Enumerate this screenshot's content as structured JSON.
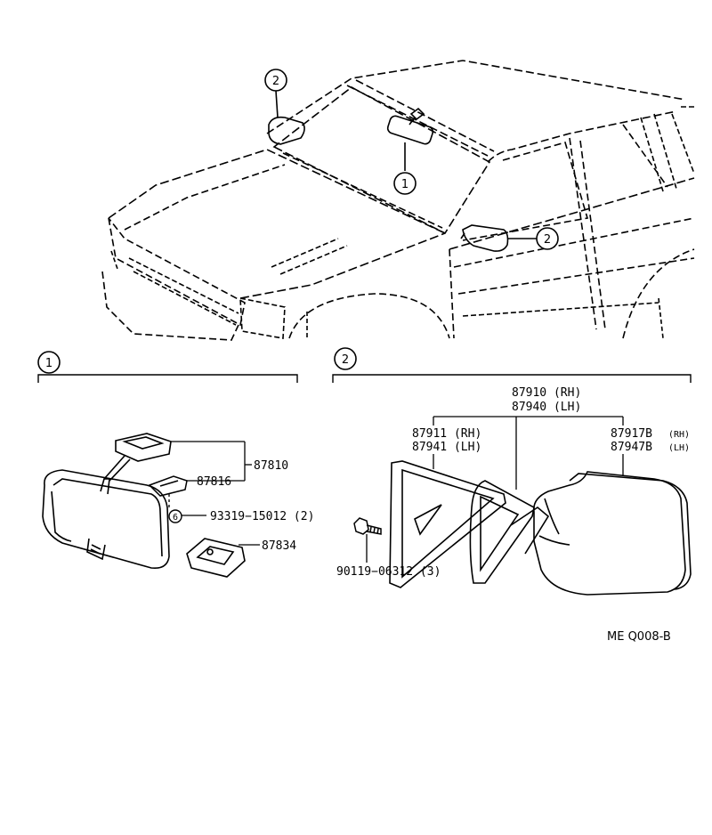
{
  "callouts": {
    "c1": "1",
    "c2": "2"
  },
  "sections": {
    "s1_tag": "1",
    "s2_tag": "2"
  },
  "parts": {
    "p87810": "87810",
    "p87816": "87816",
    "p93319": "93319−15012 (2)",
    "p87834": "87834",
    "p87910_a": "87910 (RH)",
    "p87910_b": "87940 (LH)",
    "p87911_a": "87911 (RH)",
    "p87911_b": "87941 (LH)",
    "p87917_a": "87917B",
    "p87917_a_side": "(RH)",
    "p87917_b": "87947B",
    "p87917_b_side": "(LH)",
    "p90119": "90119−06312 (3)",
    "marker6": "6"
  },
  "footer_code": "ME  Q008-B"
}
